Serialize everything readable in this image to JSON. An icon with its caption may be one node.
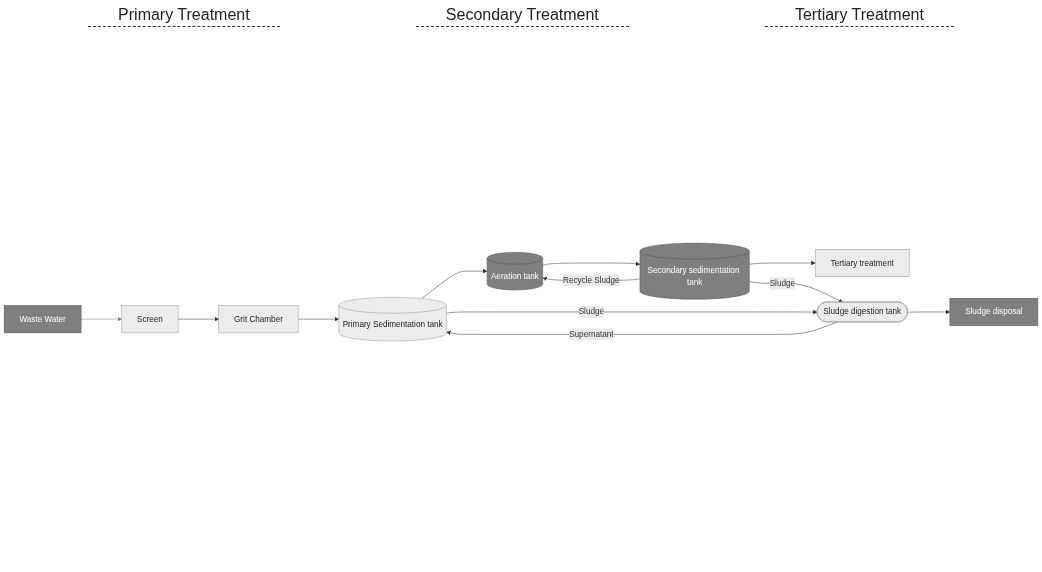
{
  "diagram": {
    "nodes": [
      {
        "text": [
          "Waste Water"
        ]
      },
      {
        "text": [
          "Screen"
        ]
      },
      {
        "text": [
          "Grit Chamber"
        ]
      },
      {
        "text": [
          "Primary Sedimentation tank"
        ]
      },
      {
        "text": [
          "Aeration tank"
        ]
      },
      {
        "text": [
          "Secondary sedimentation tank"
        ]
      },
      {
        "text": [
          "Tertiary treatment"
        ]
      },
      {
        "text": [
          "Sludge digestion tank"
        ]
      },
      {
        "text": [
          "Sludge disposal"
        ]
      }
    ],
    "edges": [
      {
        "from": 0,
        "to": 1,
        "arrow": "to",
        "color": "#808080"
      },
      {
        "from": 1,
        "to": 2,
        "arrow": "to"
      },
      {
        "from": 2,
        "to": 3,
        "arrow": "to"
      },
      {
        "from": 3,
        "to": 4,
        "arrow": "to"
      },
      {
        "from": 4,
        "to": 5,
        "arrow": "to"
      },
      {
        "from": 5,
        "to": 6,
        "arrow": "to"
      },
      {
        "from": 5,
        "to": 4,
        "arrow": "to",
        "label": "Recycle Sludge"
      },
      {
        "from": 5,
        "to": 7,
        "arrow": "to",
        "label": "Sludge"
      },
      {
        "from": 3,
        "to": 7,
        "arrow": "to",
        "label": "Sludge"
      },
      {
        "from": 7,
        "to": 3,
        "arrow": "to",
        "label": "Supernatant"
      },
      {
        "from": 7,
        "to": 8,
        "arrow": "to"
      }
    ],
    "labels": [
      "Primary Treatment",
      "Secondary Treatment",
      "Tertiary Treatment"
    ]
  }
}
